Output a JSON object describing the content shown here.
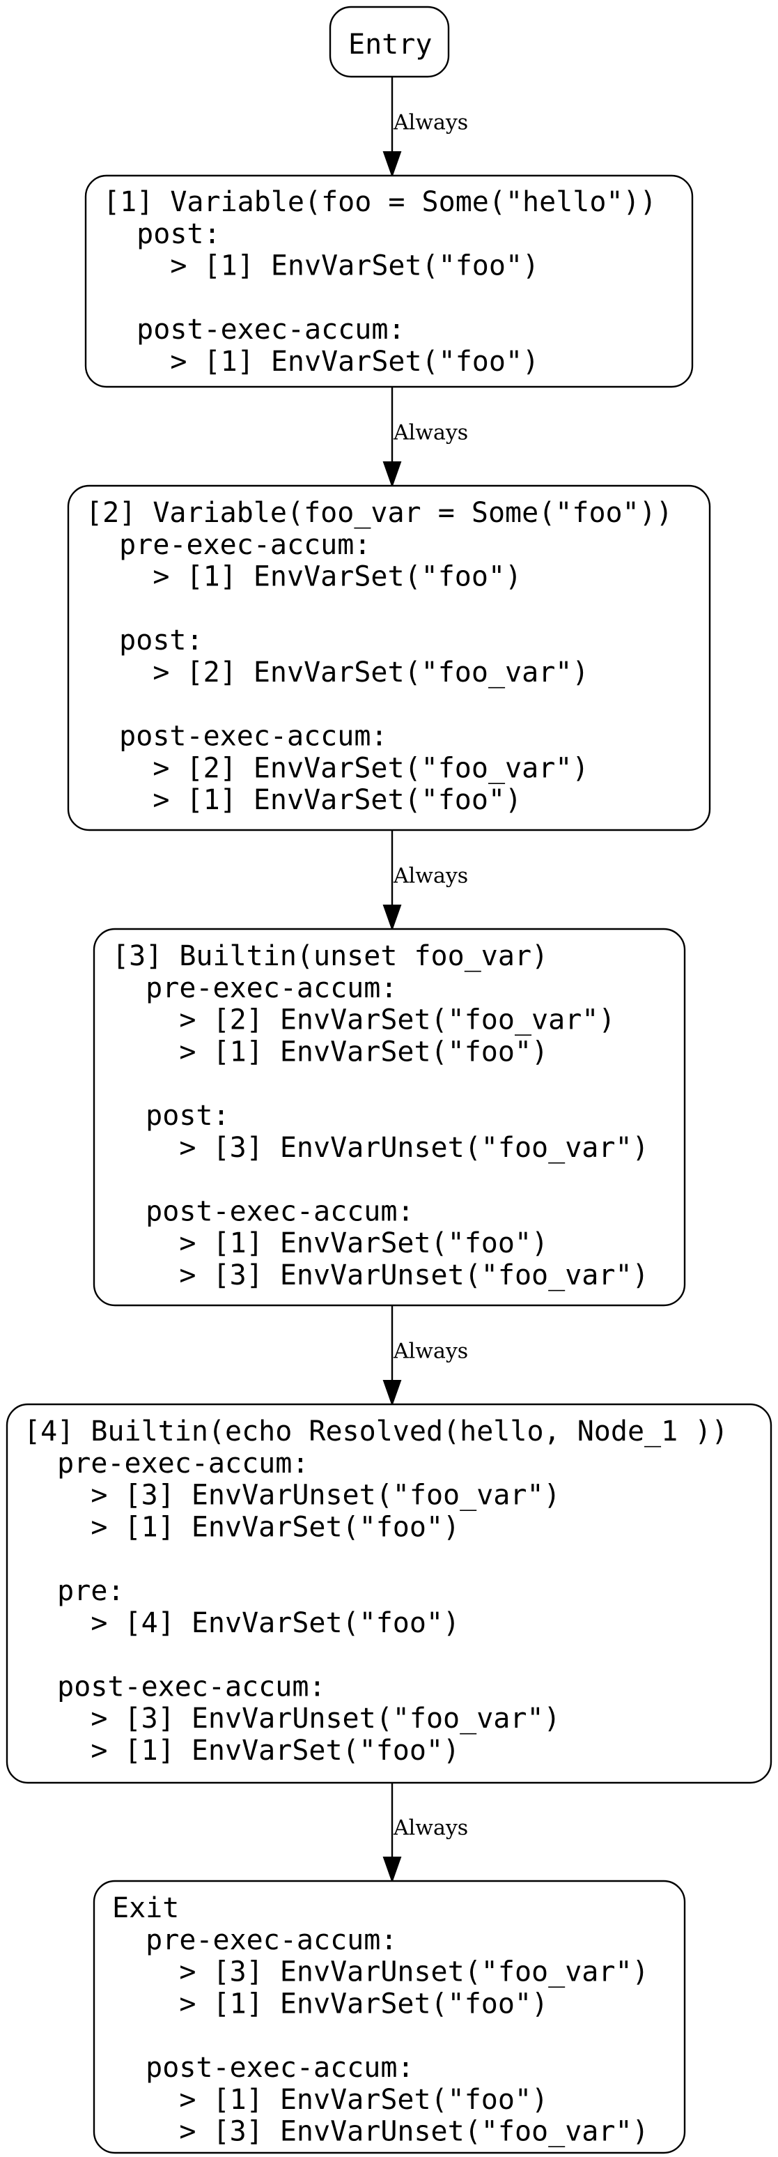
{
  "diagram": {
    "nodes": [
      {
        "id": "entry",
        "lines": [
          "Entry"
        ]
      },
      {
        "id": "node-1",
        "lines": [
          "[1] Variable(foo = Some(\"hello\"))",
          "  post:",
          "    > [1] EnvVarSet(\"foo\")",
          "",
          "  post-exec-accum:",
          "    > [1] EnvVarSet(\"foo\")"
        ]
      },
      {
        "id": "node-2",
        "lines": [
          "[2] Variable(foo_var = Some(\"foo\"))",
          "  pre-exec-accum:",
          "    > [1] EnvVarSet(\"foo\")",
          "",
          "  post:",
          "    > [2] EnvVarSet(\"foo_var\")",
          "",
          "  post-exec-accum:",
          "    > [2] EnvVarSet(\"foo_var\")",
          "    > [1] EnvVarSet(\"foo\")"
        ]
      },
      {
        "id": "node-3",
        "lines": [
          "[3] Builtin(unset foo_var)",
          "  pre-exec-accum:",
          "    > [2] EnvVarSet(\"foo_var\")",
          "    > [1] EnvVarSet(\"foo\")",
          "",
          "  post:",
          "    > [3] EnvVarUnset(\"foo_var\")",
          "",
          "  post-exec-accum:",
          "    > [1] EnvVarSet(\"foo\")",
          "    > [3] EnvVarUnset(\"foo_var\")"
        ]
      },
      {
        "id": "node-4",
        "lines": [
          "[4] Builtin(echo Resolved(hello, Node_1 ))",
          "  pre-exec-accum:",
          "    > [3] EnvVarUnset(\"foo_var\")",
          "    > [1] EnvVarSet(\"foo\")",
          "",
          "  pre:",
          "    > [4] EnvVarSet(\"foo\")",
          "",
          "  post-exec-accum:",
          "    > [3] EnvVarUnset(\"foo_var\")",
          "    > [1] EnvVarSet(\"foo\")"
        ]
      },
      {
        "id": "exit",
        "lines": [
          "Exit",
          "  pre-exec-accum:",
          "    > [3] EnvVarUnset(\"foo_var\")",
          "    > [1] EnvVarSet(\"foo\")",
          "",
          "  post-exec-accum:",
          "    > [1] EnvVarSet(\"foo\")",
          "    > [3] EnvVarUnset(\"foo_var\")"
        ]
      }
    ],
    "edges": [
      {
        "from": "entry",
        "to": "node-1",
        "label": "Always"
      },
      {
        "from": "node-1",
        "to": "node-2",
        "label": "Always"
      },
      {
        "from": "node-2",
        "to": "node-3",
        "label": "Always"
      },
      {
        "from": "node-3",
        "to": "node-4",
        "label": "Always"
      },
      {
        "from": "node-4",
        "to": "exit",
        "label": "Always"
      }
    ]
  }
}
